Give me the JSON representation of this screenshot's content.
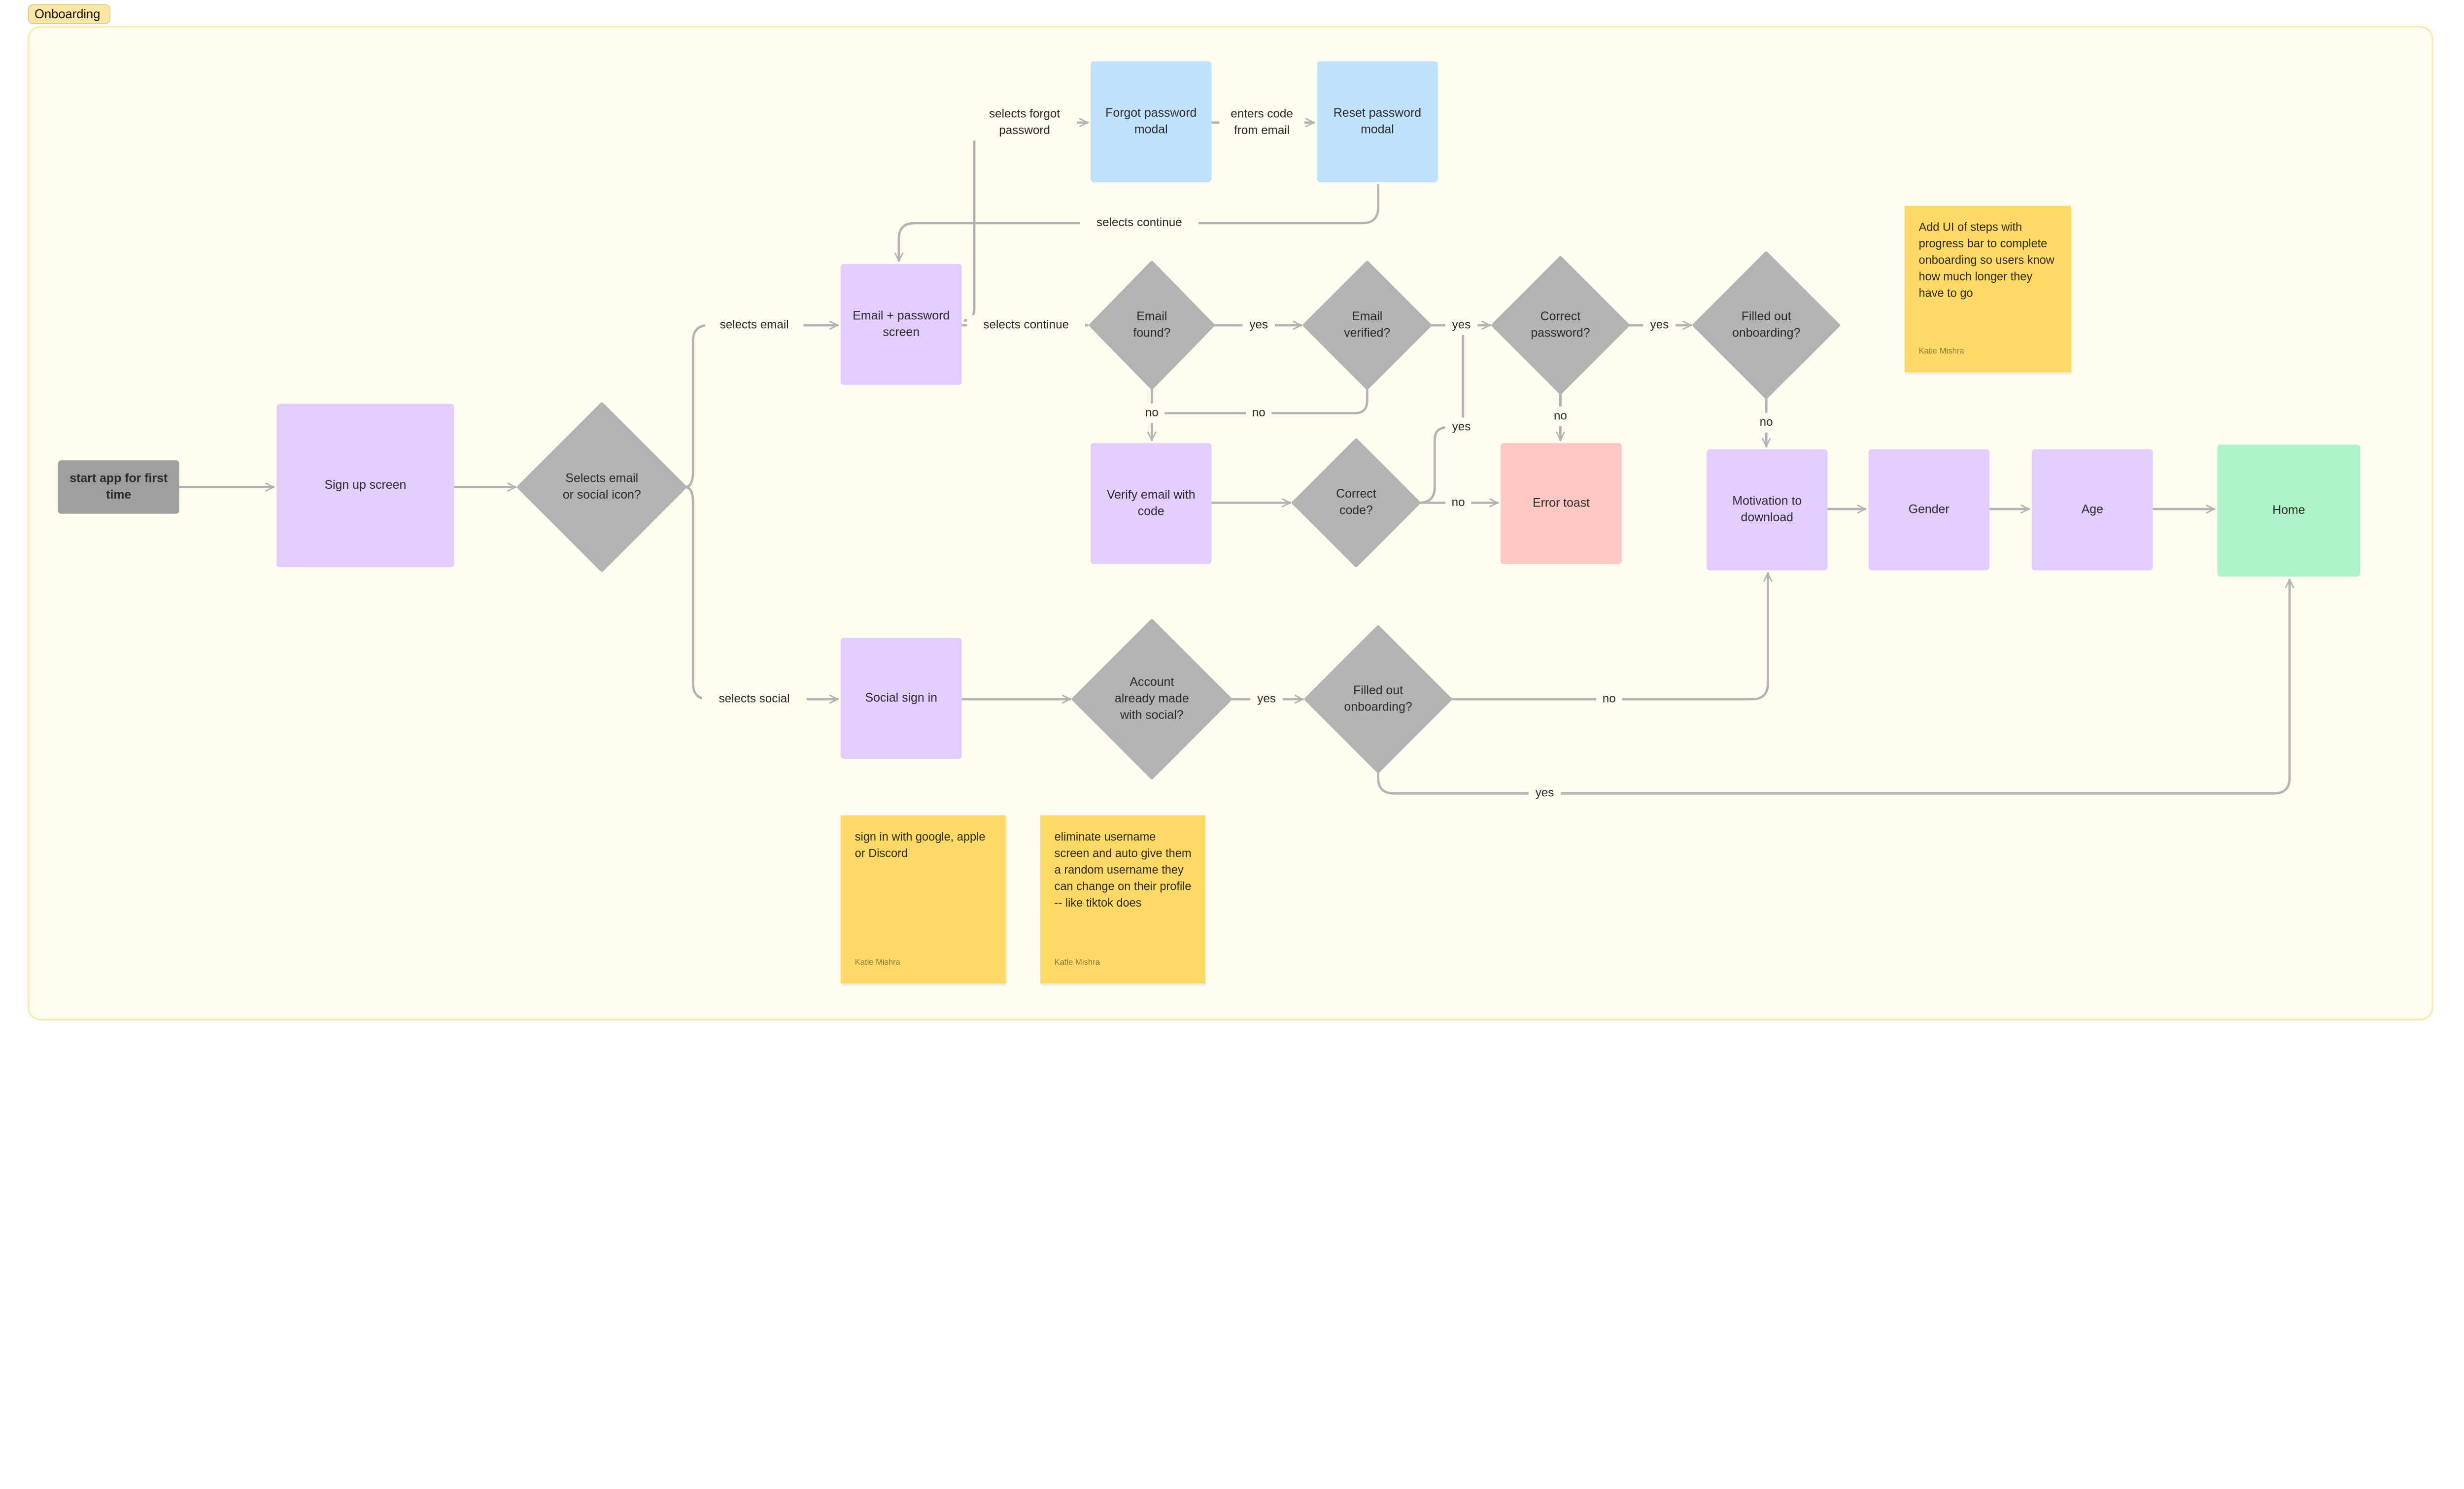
{
  "section": {
    "title": "Onboarding",
    "fill": "#fffcf0",
    "border": "#fde9a8",
    "chip_fill": "#fde7a2"
  },
  "colors": {
    "screen": "#e3ccff",
    "decision": "#b3b3b3",
    "modal": "#bfe3fd",
    "error": "#ffc7c2",
    "home": "#aff4c6",
    "start": "#9e9e9e",
    "note": "#ffd966",
    "connector": "#b3b3b3"
  },
  "nodes": [
    {
      "id": "start",
      "kind": "start",
      "lines": [
        "start app for first",
        "time"
      ]
    },
    {
      "id": "signup",
      "kind": "screen",
      "lines": [
        "Sign up screen"
      ]
    },
    {
      "id": "select",
      "kind": "decision",
      "lines": [
        "Selects email",
        "or social icon?"
      ]
    },
    {
      "id": "emailpw",
      "kind": "screen",
      "lines": [
        "Email + password",
        "screen"
      ]
    },
    {
      "id": "forgot",
      "kind": "modal",
      "lines": [
        "Forgot password",
        "modal"
      ]
    },
    {
      "id": "reset",
      "kind": "modal",
      "lines": [
        "Reset password",
        "modal"
      ]
    },
    {
      "id": "found",
      "kind": "decision",
      "lines": [
        "Email",
        "found?"
      ]
    },
    {
      "id": "verified",
      "kind": "decision",
      "lines": [
        "Email",
        "verified?"
      ]
    },
    {
      "id": "correctpw",
      "kind": "decision",
      "lines": [
        "Correct",
        "password?"
      ]
    },
    {
      "id": "filled1",
      "kind": "decision",
      "lines": [
        "Filled out",
        "onboarding?"
      ]
    },
    {
      "id": "verify",
      "kind": "screen",
      "lines": [
        "Verify email with",
        "code"
      ]
    },
    {
      "id": "correctcode",
      "kind": "decision",
      "lines": [
        "Correct",
        "code?"
      ]
    },
    {
      "id": "error",
      "kind": "error",
      "lines": [
        "Error toast"
      ]
    },
    {
      "id": "motivation",
      "kind": "screen",
      "lines": [
        "Motivation to",
        "download"
      ]
    },
    {
      "id": "gender",
      "kind": "screen",
      "lines": [
        "Gender"
      ]
    },
    {
      "id": "age",
      "kind": "screen",
      "lines": [
        "Age"
      ]
    },
    {
      "id": "home",
      "kind": "home",
      "lines": [
        "Home"
      ]
    },
    {
      "id": "social",
      "kind": "screen",
      "lines": [
        "Social sign in"
      ]
    },
    {
      "id": "account",
      "kind": "decision",
      "lines": [
        "Account",
        "already made",
        "with social?"
      ]
    },
    {
      "id": "filled2",
      "kind": "decision",
      "lines": [
        "Filled out",
        "onboarding?"
      ]
    }
  ],
  "edge_labels": {
    "selects_email": [
      "selects email"
    ],
    "selects_social": [
      "selects social"
    ],
    "selects_continue_1": [
      "selects continue"
    ],
    "selects_forgot": [
      "selects forgot",
      "password"
    ],
    "enters_code": [
      "enters code",
      "from email"
    ],
    "selects_continue_2": [
      "selects continue"
    ],
    "found_yes": [
      "yes"
    ],
    "found_no": [
      "no"
    ],
    "verified_no": [
      "no"
    ],
    "verified_yes": [
      "yes"
    ],
    "code_yes": [
      "yes"
    ],
    "code_no": [
      "no"
    ],
    "correctpw_no": [
      "no"
    ],
    "correctpw_yes": [
      "yes"
    ],
    "filled1_no": [
      "no"
    ],
    "account_yes": [
      "yes"
    ],
    "filled2_no": [
      "no"
    ],
    "filled2_yes": [
      "yes"
    ]
  },
  "notes": [
    {
      "lines": [
        "Add UI of steps with",
        "progress bar to complete",
        "onboarding so users know",
        "how much longer they",
        "have to go"
      ],
      "author": "Katie Mishra"
    },
    {
      "lines": [
        "sign in with google, apple",
        "or Discord"
      ],
      "author": "Katie Mishra"
    },
    {
      "lines": [
        "eliminate username",
        "screen and auto give them",
        "a random username they",
        "can change on their profile",
        "-- like tiktok does"
      ],
      "author": "Katie Mishra"
    }
  ]
}
